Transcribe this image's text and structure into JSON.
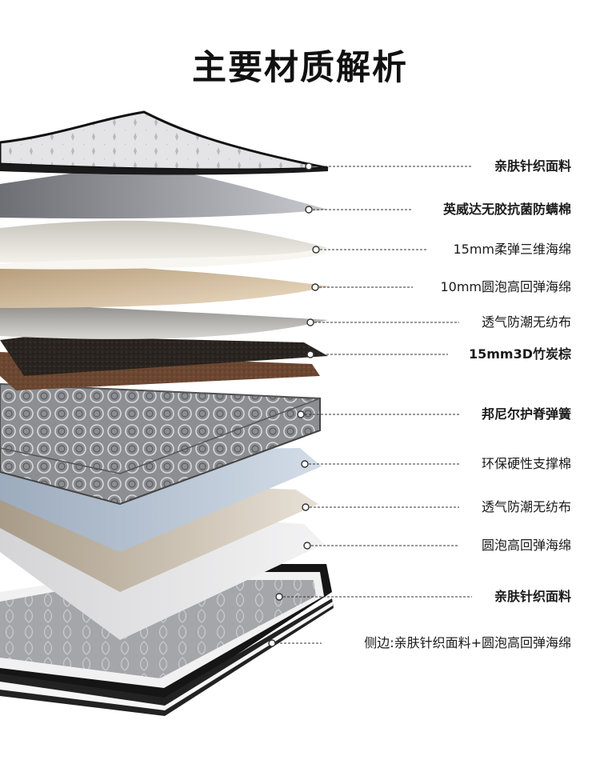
{
  "title": "主要材质解析",
  "layers": [
    {
      "label": "亲肤针织面料",
      "bold": true
    },
    {
      "label": "英威达无胶抗菌防螨棉",
      "bold": true
    },
    {
      "label": "15mm柔弹三维海绵",
      "bold": false
    },
    {
      "label": "10mm圆泡高回弹海绵",
      "bold": false
    },
    {
      "label": "透气防潮无纺布",
      "bold": false
    },
    {
      "label": "15mm3D竹炭棕",
      "bold": true
    },
    {
      "label": "邦尼尔护脊弹簧",
      "bold": true
    },
    {
      "label": "环保硬性支撑棉",
      "bold": false
    },
    {
      "label": "透气防潮无纺布",
      "bold": false
    },
    {
      "label": "圆泡高回弹海绵",
      "bold": false
    },
    {
      "label": "亲肤针织面料",
      "bold": true
    },
    {
      "label": "侧边:亲肤针织面料+圆泡高回弹海绵",
      "bold": false
    }
  ]
}
